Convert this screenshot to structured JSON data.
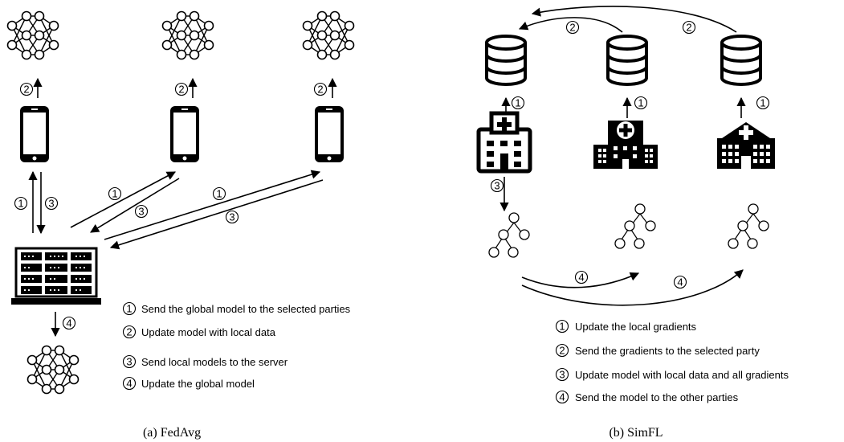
{
  "fedavg": {
    "legend": [
      {
        "num": "1",
        "text": "Send the global model to the selected parties"
      },
      {
        "num": "2",
        "text": "Update model with local data"
      },
      {
        "num": "3",
        "text": "Send local models to the server"
      },
      {
        "num": "4",
        "text": "Update the global model"
      }
    ],
    "caption": "(a) FedAvg"
  },
  "simfl": {
    "legend": [
      {
        "num": "1",
        "text": "Update the local gradients"
      },
      {
        "num": "2",
        "text": "Send the gradients to the selected party"
      },
      {
        "num": "3",
        "text": "Update model with local data and all gradients"
      },
      {
        "num": "4",
        "text": "Send the model to the other parties"
      }
    ],
    "caption": "(b) SimFL"
  },
  "step_labels": {
    "one": "1",
    "two": "2",
    "three": "3",
    "four": "4"
  }
}
